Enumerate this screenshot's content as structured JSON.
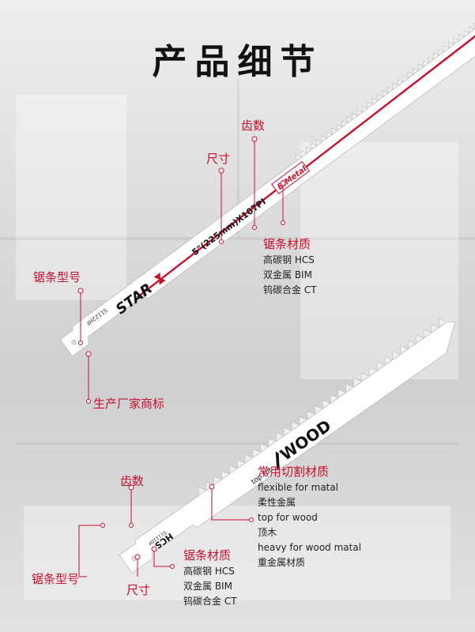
{
  "title": "产品细节",
  "blade1": {
    "brand": "STAR",
    "size_text": "5\"(225mm)X10TPI",
    "material_tag": "BiMetal",
    "model_code": "S1122HF",
    "labels": {
      "teeth": "齿数",
      "size": "尺寸",
      "material": "锯条材质",
      "model": "锯条型号",
      "trademark": "生产厂家商标"
    },
    "materials": [
      "高碳钢 HCS",
      "双金属 BIM",
      "钨碳合金 CT"
    ]
  },
  "blade2": {
    "brand_text": "WOOD",
    "top_text": "top for",
    "grade_text": "HCS",
    "model_code": "S1111DF",
    "labels": {
      "teeth": "齿数",
      "material": "锯条材质",
      "model": "锯条型号",
      "size": "尺寸",
      "usage": "常用切割材质"
    },
    "materials": [
      "高碳钢 HCS",
      "双金属 BIM",
      "钨碳合金 CT"
    ],
    "usage_items": [
      "flexible for matal",
      "柔性金属",
      "top for wood",
      "顶木",
      "heavy for wood matal",
      "重金属材质"
    ]
  },
  "colors": {
    "accent": "#c8102e",
    "blade": "#ffffff",
    "title": "#111111"
  }
}
